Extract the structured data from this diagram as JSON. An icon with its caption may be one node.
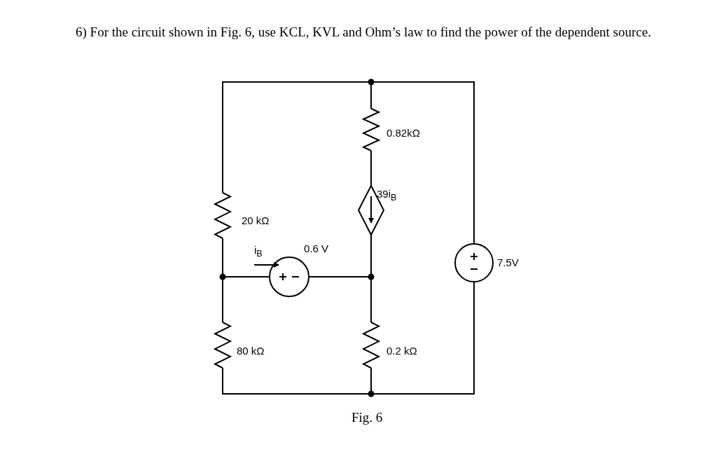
{
  "diagram": {
    "title": "6) For the circuit shown in Fig. 6, use KCL, KVL and Ohm’s law to find the power of the dependent source.",
    "caption": "Fig. 6",
    "labels": [
      "0.82kΩ",
      "39i$_{B}$",
      "20 kΩ",
      "i$_{B}$",
      "0.6 V",
      "7.5V",
      "80 kΩ",
      "0.2 kΩ"
    ]
  }
}
